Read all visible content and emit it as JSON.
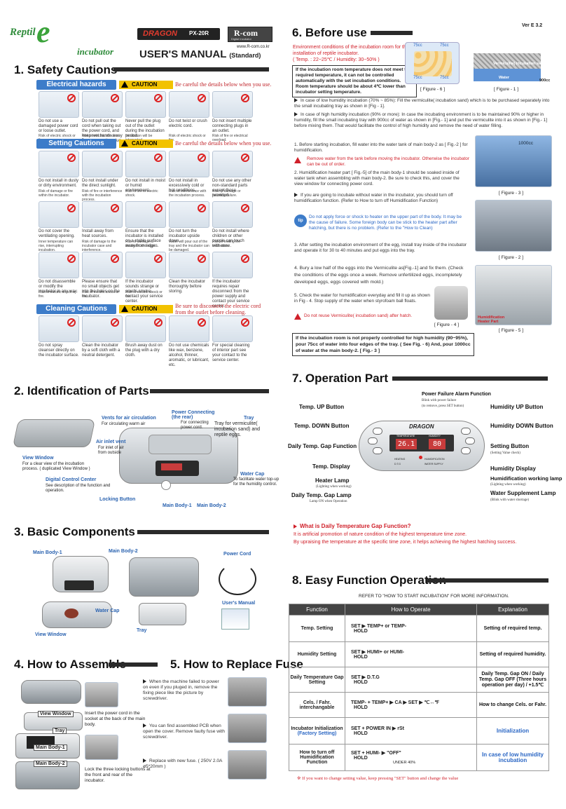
{
  "header": {
    "version": "Ver E 3.2",
    "logo_reptile": "Reptil",
    "logo_e": "e",
    "logo_incubator": "incubator",
    "brand": "DRAGON",
    "model": "PX-20R",
    "company": "R-com",
    "company_sub": "Digital Incubator",
    "manual_title": "USER'S MANUAL",
    "manual_sub": "(Standard)",
    "website": "www.R-com.co.kr"
  },
  "safety": {
    "title": "1. Safety Cautions",
    "electrical": {
      "label": "Electrical hazards",
      "caution": "CAUTION",
      "note": "Be careful the details below when you use.",
      "items": [
        {
          "text": "Do not use a damaged power cord or loose outlet.",
          "risk": "Risk of electric shock or fire."
        },
        {
          "text": "Do not pull out the cord when taking out the power cord, and keep wet hands away from connecting plug.",
          "risk": "Risk of electric shock or fire."
        },
        {
          "text": "Never pull the plug out of the outlet during the incubation period.",
          "risk": "Incubation will be interrupted."
        },
        {
          "text": "Do not twist or crush electric cord.",
          "risk": "Risk of electric shock or fire."
        },
        {
          "text": "Do not insert multiple connecting plugs in an outlet.",
          "risk": "Risk of fire or electrical overload."
        }
      ]
    },
    "setting": {
      "label": "Setting Cautions",
      "caution": "CAUTION",
      "note": "Be careful the details below when you use.",
      "items": [
        {
          "text": "Do not install in dusty or dirty environment.",
          "risk": "Risk of damage or fire within the incubator."
        },
        {
          "text": "Do not install under the direct sunlight.",
          "risk": "Risk of fire or interference with the incubation process."
        },
        {
          "text": "Do not install in moist or humid environment.",
          "risk": "Risk of fire or electric shock."
        },
        {
          "text": "Do not install in excessively cold or hot conditions.",
          "risk": "Risk of interference with the incubation process."
        },
        {
          "text": "Do not use any other non-standard parts except those provided.",
          "risk": "Risk of damage or hatching failure."
        },
        {
          "text": "Do not cover the ventilating opening.",
          "risk": "Inner temperature can rise, interrupting incubation."
        },
        {
          "text": "Install away from heat sources.",
          "risk": "Risk of damage to the incubator case and interference."
        },
        {
          "text": "Ensure that the incubator is installed on a stable surface away from edges.",
          "risk": "Risk of damage to incubator and eggs."
        },
        {
          "text": "Do not turn the incubator upside down.",
          "risk": "Water will pour out of the tray and the incubator can be damaged."
        },
        {
          "text": "Do not install where children or other people can touch with ease.",
          "risk": "Risk of ending the incubation."
        },
        {
          "text": "Do not disassemble or modify the incubator in any way.",
          "risk": "Risk of electric shock or fire."
        },
        {
          "text": "Please ensure that no small objects get into the holes on the incubator.",
          "risk": "Risk of electric shock or fire."
        },
        {
          "text": "If the incubator sounds strange or smells smoke, contact your service center.",
          "risk": "Risk of electric shock or fire."
        },
        {
          "text": "Clean the incubator thoroughly before storing.",
          "risk": ""
        },
        {
          "text": "If the incubator requires repair disconnect from the power supply and contact your service center.",
          "risk": ""
        }
      ]
    },
    "cleaning": {
      "label": "Cleaning Cautions",
      "caution": "CAUTION",
      "note": "Be sure to disconnect the electric cord from the outlet before cleaning.",
      "items": [
        {
          "text": "Do not spray cleanser directly on the incubator surface."
        },
        {
          "text": "Clean the incubator by a soft cloth with a neutral detergent."
        },
        {
          "text": "Brush away dust on the plug with a dry cloth."
        },
        {
          "text": "Do not use chemicals like wax, benzene, alcohol, thinner, aromatic, or lubricant, etc."
        },
        {
          "text": "For special cleaning of interior part see your contact to the service center."
        }
      ]
    }
  },
  "parts": {
    "title": "2. Identification of Parts",
    "vents": {
      "title": "Vents for air circulation",
      "desc": "For circulating warm air"
    },
    "air_inlet": {
      "title": "Air inlet vent",
      "desc": "For inlet of air from outside"
    },
    "view_window": {
      "title": "View Window",
      "desc": "For a clear view of the incubation process. ( duplicated View Window )"
    },
    "digital": {
      "title": "Digital Control Center",
      "desc": "See description of the function and operation."
    },
    "locking": {
      "title": "Locking Button"
    },
    "power": {
      "title": "Power Connecting (the rear)",
      "desc": "For connecting power cord."
    },
    "tray": {
      "title": "Tray",
      "desc": "Tray for vermiculite( incubation sand) and reptile eggs."
    },
    "water_cap": {
      "title": "Water Cap",
      "desc": "To facilitate water top-up for the humidity control."
    },
    "main1": "Main Body-1",
    "main2": "Main Body-2"
  },
  "basic": {
    "title": "3. Basic Components",
    "main1": "Main Body-1",
    "main2": "Main Body-2",
    "power_cord": "Power Cord",
    "water_cap": "Water Cap",
    "view_window": "View Window",
    "tray": "Tray",
    "manual": "User's Manual"
  },
  "assemble": {
    "title": "4. How to Assemble",
    "view_window": "View Window",
    "tray": "Tray",
    "main1": "Main Body-1",
    "main2": "Main Body-2",
    "step1": "Insert the power cord in the socket at the back of the main body.",
    "step2": "Lock the three locking buttons at the front and rear of the incubator."
  },
  "fuse": {
    "title": "5. How to Replace Fuse",
    "step1": "When the machine failed to power on even if you pluged in, remove the fixing piece like the picture by screwdriver.",
    "step2": "You can find assembled PCB when open the cover. Remove faulty fuse with screwdriver.",
    "step3": "Replace with new fuse. ( 250V 2.0A ø5*20mm )"
  },
  "before": {
    "title": "6. Before use",
    "env_title": "Environment conditions of the incubation room for the installation of reptile incubator.",
    "env_values": "( Temp. : 22~25℃ / Humidity: 30~50% )",
    "warning_box": "If the incubation room temperature does not meet the required temperature, it can not be controlled automatically with the set incubation conditions. Room temperature should be about 4℃ lower than incubator setting temperature.",
    "fig6": "[ Figure - 6 ]",
    "fig1": "[ Figure - 1 ]",
    "fig6_labels": [
      "75cc",
      "75cc",
      "75cc",
      "75cc"
    ],
    "fig1_labels": [
      "Vermiculite( incubation sand)",
      "Water",
      "900cc"
    ],
    "low_humidity": "In case of low humidity incubation (70% ~ 85%): Fill the vermiculite( incubation sand) which is to be purchased separately into the small incubating tray as shown in [Fig - 1].",
    "high_humidity": "In case of high humidity incubation (90% or more): In case the incubating environment is to be maintained 90% or higher in humidity, fill the small incubating tray with 900cc of water as shown in [Fig.- 1] and put the vermiculite into it as shown in [Fig.- 1] before mixing them. That would facilitate the control of high humidity and remove the need of water filling.",
    "step1": "1. Before starting incubation, fill water into the water tank of main body-2 as [ Fig.-2 ] for humidification.",
    "step1_warn": "Remove water from the tank before moving the incubator. Otherwise the incubator can be out of order.",
    "step2": "2. Humidification heater part [ Fig.-5] of the main body-1 should be soaked inside of water tank when assembling with main body-2. Be sure to check this, and cover the view window for connecting power cord.",
    "no_water": "If you are going to incubate without water in the incubator, you should turn off humidification function. (Refer to How to turn off Humidification Function)",
    "tip": "Do not apply force or shock to heater on the upper part of the body. It may be the cause of failure. Some foreign body can be stick to the heater part after hatching, but there is no problem. (Refer to the \"How to Clean)",
    "step3": "3. After setting the incubation environment of the egg, install tray inside of the incubator and operate it for 30 to 40 minutes and put eggs into the tray.",
    "step4": "4. Bury a low half of the eggs into the Vermiculite as[Fig.-1] and fix them. (Check the conditions of the eggs once a week. Remove unfertilized eggs, incompletely developed eggs, eggs covered with mold.)",
    "step5": "5. Check the water for humidification everyday and fill it up as shown in Fig - 4. Stop supply of the water when styrofoam ball floats.",
    "step5_warn": "Do not reuse Vermiculite( incubation sand) after hatch.",
    "fig3": "[ Figure - 3 ]",
    "fig3_label": "1000cc",
    "fig2": "[ Figure - 2 ]",
    "fig4": "[ Figure - 4 ]",
    "fig5": "[ Figure - 5 ]",
    "fig5_label": "Humidification Heater Part",
    "bottom_box": "If the incubation room is not properly controlled for high humidity (90~95%), pour 75cc of water into four edges of the tray. ( See Fig. - 6) And, pour 1000cc of water at the main body-2. [ Fig.- 3 ]"
  },
  "operation": {
    "title": "7. Operation Part",
    "temp_up": "Temp. UP Button",
    "temp_down": "Temp. DOWN Button",
    "daily_gap": "Daily Temp. Gap Function",
    "temp_display": "Temp. Display",
    "heater_lamp": "Heater Lamp",
    "heater_lamp_sub": "(Lighting when working)",
    "gap_lamp": "Daily Temp. Gap Lamp",
    "gap_lamp_sub": "Lamp ON when Operation",
    "power_fail": "Power Failure Alarm Function",
    "power_fail_sub1": "Blink with power failure",
    "power_fail_sub2": "(to remove, press SET button)",
    "hum_up": "Humidity UP Button",
    "hum_down": "Humidity DOWN Button",
    "setting_btn": "Setting Button",
    "setting_sub": "(Setting Value check)",
    "hum_display": "Humidity Display",
    "hum_lamp": "Humidification working lamp",
    "hum_lamp_sub": "(Lighting when working)",
    "water_lamp": "Water Supplement Lamp",
    "water_lamp_sub": "(Blink with water shortage)",
    "panel_temp": "26.1",
    "panel_hum": "80",
    "panel_temp_lbl": "TEMPERATURE",
    "panel_hum_lbl": "HUMIDITY",
    "panel_heating": "HEATING",
    "panel_humid": "HUMIDIFICATION",
    "panel_dtg": "D.T.G",
    "panel_water": "WATER SUPPLY",
    "gap_q": "What is Daily Temperature Gap Function?",
    "gap_a1": "It is artificial promotion of nature condition of the highest temperature time zone.",
    "gap_a2": "By upraising  the temperature at the specific time zone, it helps achieving the highest hatching success."
  },
  "easy": {
    "title": "8. Easy Function Operation",
    "refer": "REFER TO \"HOW TO START INCUBATION\" FOR MORE INFORMATION.",
    "headers": [
      "Function",
      "How to Operate",
      "Explanation"
    ],
    "rows": [
      {
        "func": "Temp. Setting",
        "op": "SET ▶ TEMP+ or TEMP-",
        "hold": "HOLD",
        "exp": "Setting of required temp."
      },
      {
        "func": "Humidity Setting",
        "op": "SET ▶ HUMI+ or HUMI-",
        "hold": "HOLD",
        "exp": "Setting of required humidity."
      },
      {
        "func": "Daily Temperature Gap Setting",
        "op": "SET ▶ D.T.G",
        "hold": "HOLD",
        "exp": "Daily Temp. Gap ON / Daily Temp. Gap OFF (Three hours operation per day) / +1.5℃"
      },
      {
        "func": "Cels. / Fahr. interchangable",
        "op": "TEMP- + TEMP+ ▶ CA ▶ SET ▶ ℃↔℉",
        "hold": "HOLD",
        "exp": "How to change Cels. or Fahr."
      },
      {
        "func": "Incubator Initialization",
        "func2": "(Factory Setting)",
        "op": "SET + POWER IN ▶ rSt",
        "hold": "HOLD",
        "exp": "Initialization"
      },
      {
        "func": "How to turn off Humidification Function",
        "op": "SET + HUMI- ▶ \"OFF\"",
        "hold": "HOLD",
        "under": "UNDER 40%",
        "exp": "In case of low humidity incubation"
      }
    ],
    "footnote": "※ If you want to change setting value, keep pressing \"SET\" button and change the value"
  },
  "colors": {
    "accent_blue": "#3d7cc9",
    "caution_yellow": "#f2c200",
    "warn_red": "#d0202a",
    "bar_dark": "#2a2a2a"
  }
}
